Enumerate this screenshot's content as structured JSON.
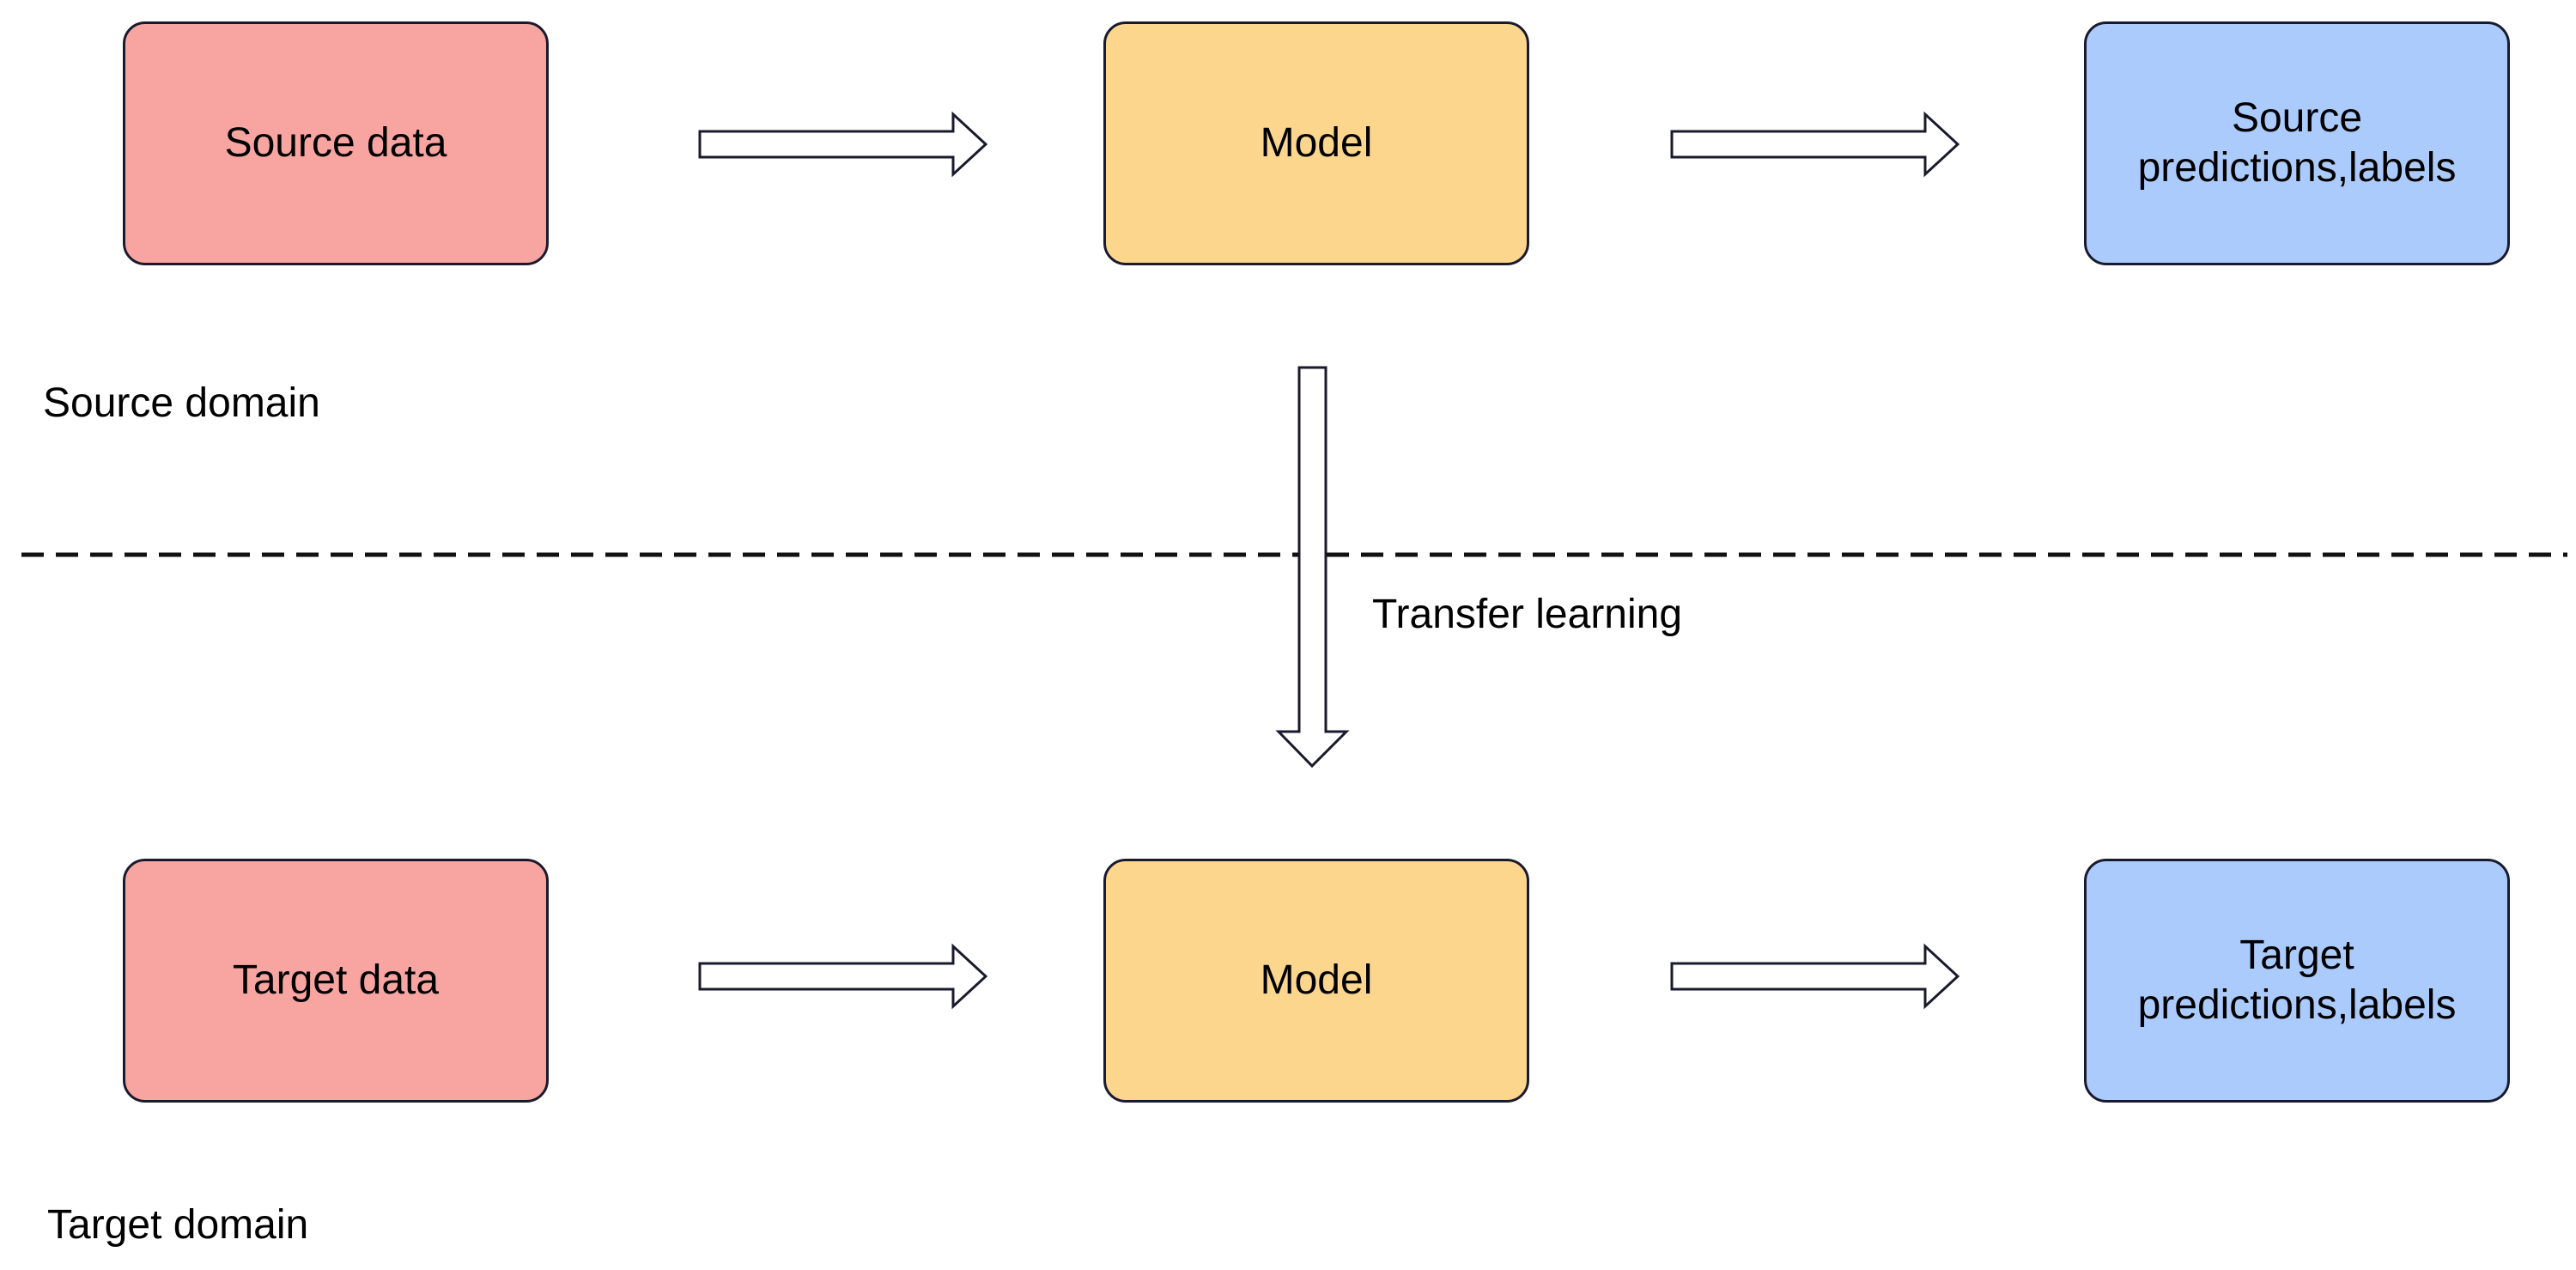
{
  "colors": {
    "data_box": "#f8a5a2",
    "model_box": "#fdd68e",
    "prediction_box": "#accbfd",
    "border": "#1a1a2e",
    "arrow_fill": "#ffffff",
    "arrow_stroke": "#1a1a2e",
    "divider": "#111111"
  },
  "source_row": {
    "data_label": "Source data",
    "model_label": "Model",
    "predictions_label_line1": "Source",
    "predictions_label_line2": "predictions,labels",
    "domain_label": "Source domain"
  },
  "target_row": {
    "data_label": "Target data",
    "model_label": "Model",
    "predictions_label_line1": "Target",
    "predictions_label_line2": "predictions,labels",
    "domain_label": "Target domain"
  },
  "transfer": {
    "label": "Transfer learning"
  },
  "icons": {
    "horizontal_arrow": "right-hollow-arrow",
    "vertical_arrow": "down-hollow-arrow"
  }
}
